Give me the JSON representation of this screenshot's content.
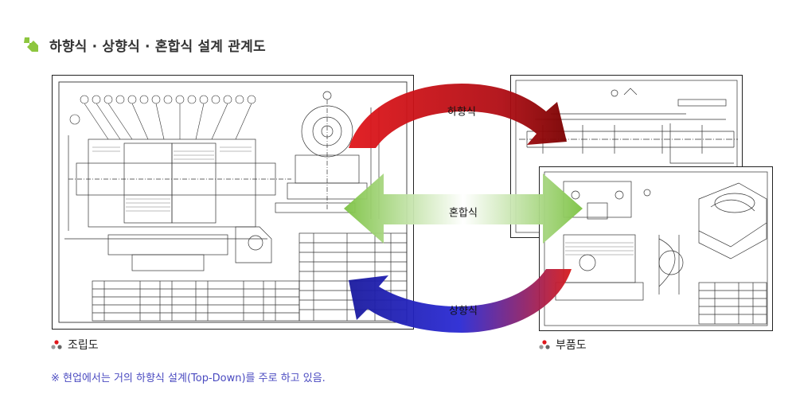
{
  "title": "하향식 · 상향식 · 혼합식 설계 관계도",
  "labels": {
    "top_down": "하향식",
    "hybrid": "혼합식",
    "bottom_up": "상향식"
  },
  "captions": {
    "assembly": "조립도",
    "part": "부품도"
  },
  "note": "※ 현업에서는 거의 하향식 설계(Top-Down)를 주로 하고 있음.",
  "colors": {
    "top_down_arrow": "#e0161b",
    "hybrid_arrow": "#7cc242",
    "bottom_up_arrow": "#2a2ad4",
    "title_icon": "#8dc63f",
    "note_text": "#4a4ac0"
  },
  "icons": {
    "title": "green-down-right-arrow-icon",
    "caption": "three-dots-icon"
  }
}
